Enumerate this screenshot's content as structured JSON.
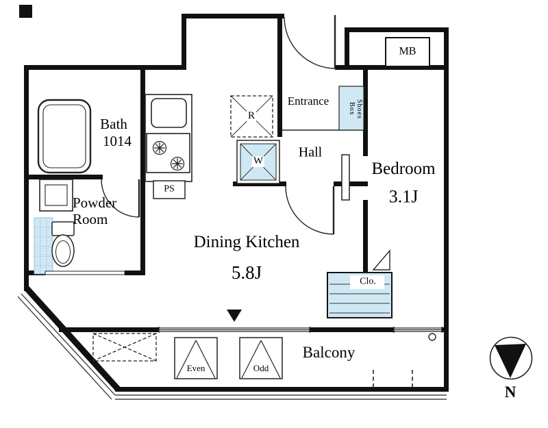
{
  "plan": {
    "rooms": {
      "bath": {
        "name": "Bath",
        "size": "1014"
      },
      "powder": {
        "name": "Powder Room"
      },
      "entrance": {
        "name": "Entrance"
      },
      "hall": {
        "name": "Hall"
      },
      "bedroom": {
        "name": "Bedroom",
        "size": "3.1J"
      },
      "dk": {
        "name": "Dining Kitchen",
        "size": "5.8J"
      },
      "closet": {
        "abbr": "Clo."
      },
      "balcony": {
        "name": "Balcony"
      }
    },
    "fixtures": {
      "meter_box": "MB",
      "pipe_space": "PS",
      "refrigerator": "R",
      "washer": "W",
      "shoes_box_line1": "Shoes",
      "shoes_box_line2": "Box"
    },
    "markers": {
      "even": "Even",
      "odd": "Odd"
    },
    "compass": {
      "north": "N"
    },
    "colors": {
      "wall": "#111111",
      "fixture_fill": "#cfe8f4",
      "line": "#222222"
    }
  }
}
